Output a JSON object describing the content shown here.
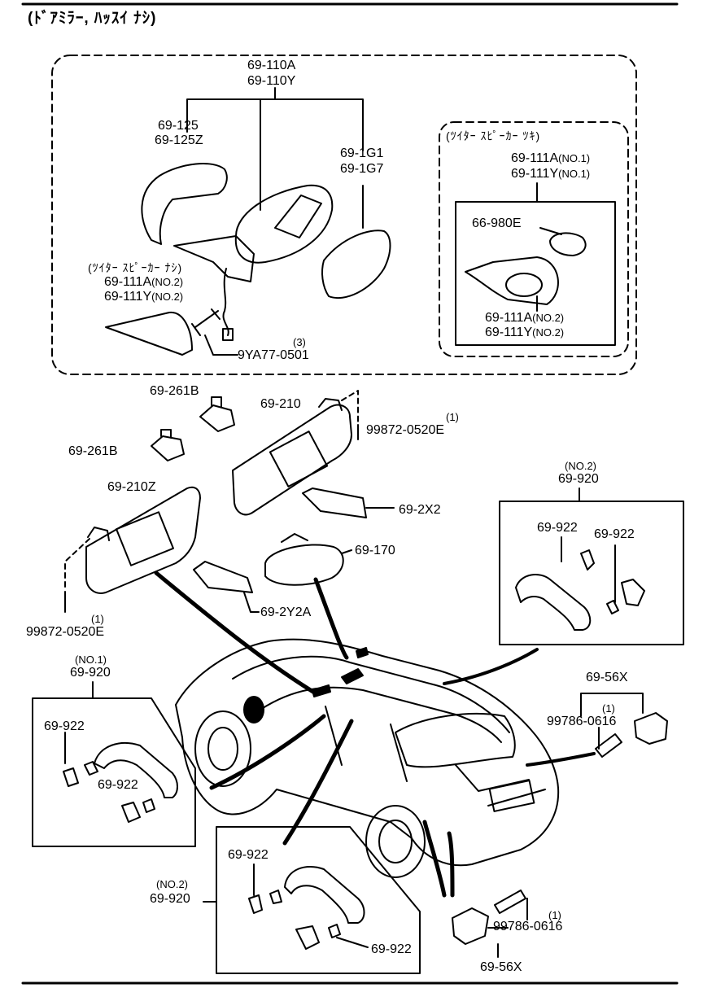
{
  "header": {
    "title": "(ﾄﾞｱﾐﾗｰ, ﾊｯｽｲ ﾅｼ)"
  },
  "labels": {
    "mirror_assy_a": "69-110A",
    "mirror_assy_y": "69-110Y",
    "cover_a": "69-125",
    "cover_z": "69-125Z",
    "glass_a": "69-1G1",
    "glass_b": "69-1G7",
    "no_speaker_note": "(ﾂｲﾀｰ ｽﾋﾟｰｶｰ ﾅｼ)",
    "garnish_a_no2": "69-111A",
    "garnish_a_no2_q": "(NO.2)",
    "garnish_y_no2": "69-111Y",
    "garnish_y_no2_q": "(NO.2)",
    "bolt_qty": "(3)",
    "bolt": "9YA77-0501",
    "with_speaker_note": "(ﾂｲﾀｰ ｽﾋﾟｰｶｰ ﾂｷ)",
    "sp_garnish_a_no1": "69-111A",
    "sp_garnish_a_no1_q": "(NO.1)",
    "sp_garnish_y_no1": "69-111Y",
    "sp_garnish_y_no1_q": "(NO.1)",
    "tweeter": "66-980E",
    "sp_garnish_a_no2": "69-111A",
    "sp_garnish_a_no2_q": "(NO.2)",
    "sp_garnish_y_no2": "69-111Y",
    "sp_garnish_y_no2_q": "(NO.2)",
    "holder_top": "69-261B",
    "holder_left": "69-261B",
    "visor_r": "69-210",
    "screw_top_qty": "(1)",
    "screw_top": "99872-0520E",
    "visor_l": "69-210Z",
    "map_lamp_x2": "69-2X2",
    "room_mirror": "69-170",
    "cover_y2a": "69-2Y2A",
    "screw_left_qty": "(1)",
    "screw_left": "99872-0520E",
    "grip_no2_right_q": "(NO.2)",
    "grip_no2_right": "69-920",
    "grip_cap_a": "69-922",
    "grip_cap_b": "69-922",
    "grip_no1_q": "(NO.1)",
    "grip_no1": "69-920",
    "no1_cap_a": "69-922",
    "no1_cap_b": "69-922",
    "striker_top": "69-56X",
    "striker_bolt_qty": "(1)",
    "striker_bolt": "99786-0616",
    "no2_cap_a": "69-922",
    "grip_no2_bottom_q": "(NO.2)",
    "grip_no2_bottom": "69-920",
    "no2_cap_b": "69-922",
    "striker_bolt2_qty": "(1)",
    "striker_bolt2": "99786-0616",
    "striker_bottom": "69-56X"
  }
}
